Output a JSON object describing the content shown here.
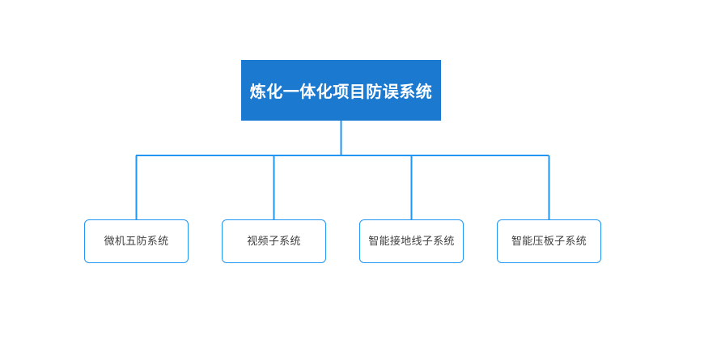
{
  "diagram": {
    "type": "organization-tree",
    "background_color": "#ffffff",
    "line_color": "#2196f3",
    "root": {
      "label": "炼化一体化项目防误系统",
      "fill_color": "#1b79d0",
      "text_color": "#ffffff"
    },
    "children": [
      {
        "label": "微机五防系统",
        "fill_color": "#ffffff",
        "border_color": "#2196f3",
        "text_color": "#3f3f3f"
      },
      {
        "label": "视频子系统",
        "fill_color": "#ffffff",
        "border_color": "#2196f3",
        "text_color": "#3f3f3f"
      },
      {
        "label": "智能接地线子系统",
        "fill_color": "#ffffff",
        "border_color": "#2196f3",
        "text_color": "#3f3f3f"
      },
      {
        "label": "智能压板子系统",
        "fill_color": "#ffffff",
        "border_color": "#2196f3",
        "text_color": "#3f3f3f"
      }
    ]
  }
}
